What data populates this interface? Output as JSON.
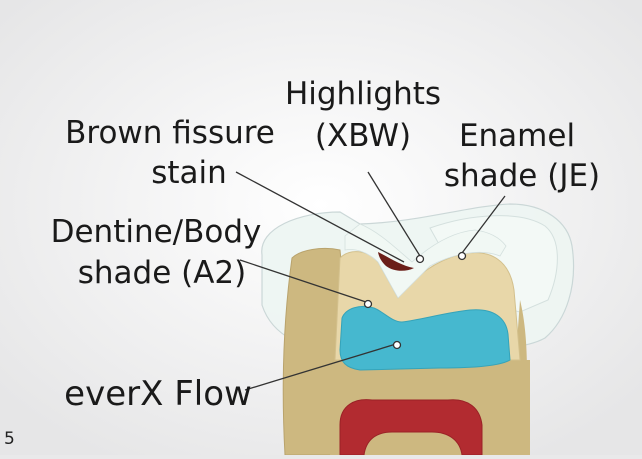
{
  "figure": {
    "page_number": "5",
    "colors": {
      "background": "#e9e9ea",
      "enamel": "#eef6f3",
      "enamel_outline": "#c9d6d6",
      "dentine": "#e8d7a9",
      "root": "#cdb880",
      "everx_flow": "#46b8cf",
      "pulp": "#b22b30",
      "fissure_stain": "#6b1e18",
      "leader_line": "#333333"
    },
    "labels": {
      "highlights_line1": "Highlights",
      "highlights_line2": "(XBW)",
      "fissure_line1": "Brown fissure",
      "fissure_line2": "stain",
      "enamel_line1": "Enamel",
      "enamel_line2": "shade (JE)",
      "dentine_line1": "Dentine/Body",
      "dentine_line2": "shade (A2)",
      "everx": "everX Flow"
    }
  }
}
